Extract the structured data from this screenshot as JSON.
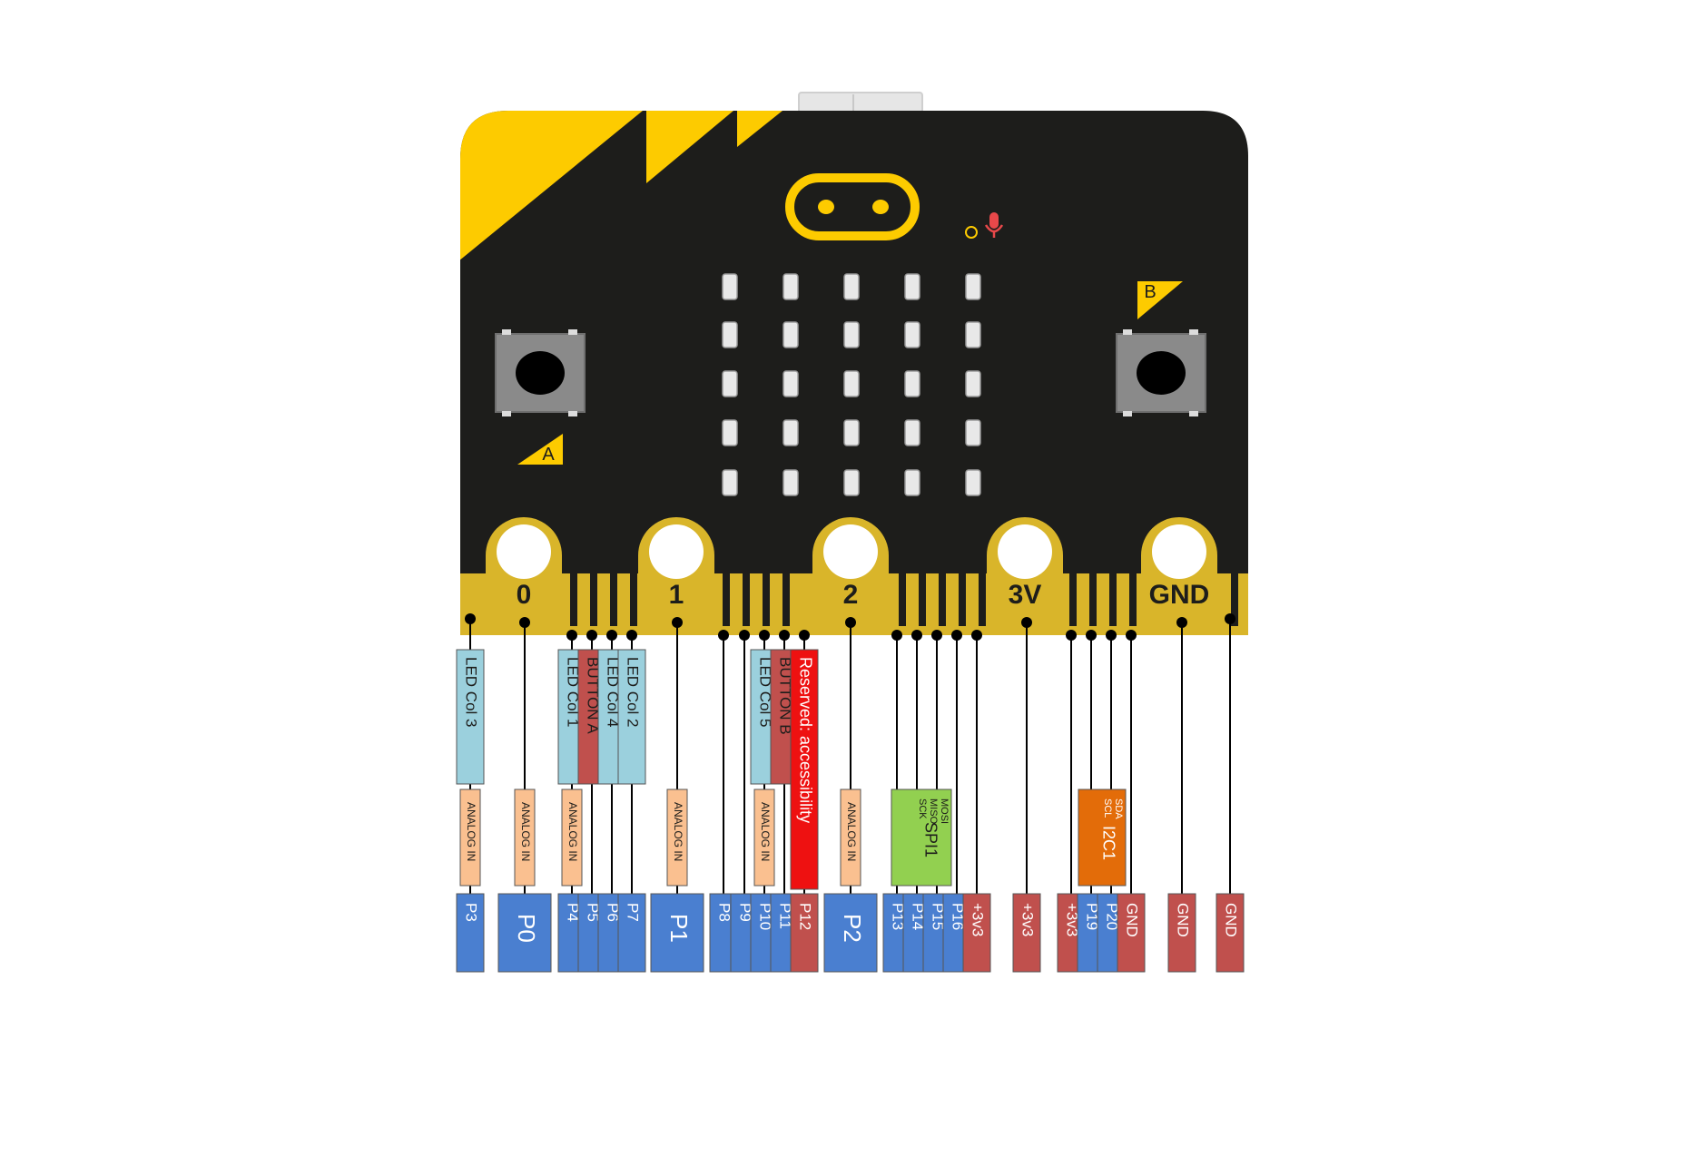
{
  "board": {
    "button_a_label": "A",
    "button_b_label": "B",
    "edge_pads": [
      "0",
      "1",
      "2",
      "3V",
      "GND"
    ],
    "led_matrix": {
      "rows": 5,
      "cols": 5
    },
    "colors": {
      "board": "#1d1d1b",
      "accent": "#fdcb00",
      "gold": "#d9b52a",
      "button": "#8a8a8a",
      "mic": "#e8484a"
    }
  },
  "pins": [
    {
      "label": "P3",
      "color": "#4a7fd0",
      "funcs": [
        {
          "text": "LED Col 3",
          "color": "#9bd0dd"
        }
      ],
      "analog": "ANALOG IN"
    },
    {
      "label": "P0",
      "color": "#4a7fd0",
      "funcs": [],
      "analog": "ANALOG IN"
    },
    {
      "label": "P4",
      "color": "#4a7fd0",
      "funcs": [
        {
          "text": "LED Col 1",
          "color": "#9bd0dd"
        }
      ],
      "analog": "ANALOG IN"
    },
    {
      "label": "P5",
      "color": "#4a7fd0",
      "funcs": [
        {
          "text": "BUTTON A",
          "color": "#c0504d"
        }
      ],
      "analog": ""
    },
    {
      "label": "P6",
      "color": "#4a7fd0",
      "funcs": [
        {
          "text": "LED Col 4",
          "color": "#9bd0dd"
        }
      ],
      "analog": ""
    },
    {
      "label": "P7",
      "color": "#4a7fd0",
      "funcs": [
        {
          "text": "LED Col 2",
          "color": "#9bd0dd"
        }
      ],
      "analog": ""
    },
    {
      "label": "P1",
      "color": "#4a7fd0",
      "funcs": [],
      "analog": "ANALOG IN"
    },
    {
      "label": "P8",
      "color": "#4a7fd0",
      "funcs": [],
      "analog": ""
    },
    {
      "label": "P9",
      "color": "#4a7fd0",
      "funcs": [],
      "analog": ""
    },
    {
      "label": "P10",
      "color": "#4a7fd0",
      "funcs": [
        {
          "text": "LED Col 5",
          "color": "#9bd0dd"
        }
      ],
      "analog": "ANALOG IN"
    },
    {
      "label": "P11",
      "color": "#4a7fd0",
      "funcs": [
        {
          "text": "BUTTON B",
          "color": "#c0504d"
        }
      ],
      "analog": ""
    },
    {
      "label": "P12",
      "color": "#c0504d",
      "funcs": [
        {
          "text": "Reserved: accessibility",
          "color": "#ee1111"
        }
      ],
      "analog": ""
    },
    {
      "label": "P2",
      "color": "#4a7fd0",
      "funcs": [],
      "analog": "ANALOG IN"
    },
    {
      "label": "P13",
      "color": "#4a7fd0",
      "funcs": [],
      "analog": ""
    },
    {
      "label": "P14",
      "color": "#4a7fd0",
      "funcs": [],
      "analog": ""
    },
    {
      "label": "P15",
      "color": "#4a7fd0",
      "funcs": [],
      "analog": ""
    },
    {
      "label": "P16",
      "color": "#4a7fd0",
      "funcs": [],
      "analog": ""
    },
    {
      "label": "+3v3",
      "color": "#c0504d",
      "funcs": [],
      "analog": ""
    },
    {
      "label": "+3v3",
      "color": "#c0504d",
      "funcs": [],
      "analog": ""
    },
    {
      "label": "+3v3",
      "color": "#c0504d",
      "funcs": [],
      "analog": ""
    },
    {
      "label": "P19",
      "color": "#4a7fd0",
      "funcs": [],
      "analog": ""
    },
    {
      "label": "P20",
      "color": "#4a7fd0",
      "funcs": [],
      "analog": ""
    },
    {
      "label": "GND",
      "color": "#c0504d",
      "funcs": [],
      "analog": ""
    },
    {
      "label": "GND",
      "color": "#c0504d",
      "funcs": [],
      "analog": ""
    },
    {
      "label": "GND",
      "color": "#c0504d",
      "funcs": [],
      "analog": ""
    }
  ],
  "buses": [
    {
      "name": "SPI1",
      "signals": [
        "MOSI",
        "MISO",
        "SCK"
      ],
      "color": "#92d050"
    },
    {
      "name": "I2C1",
      "signals": [
        "SDA",
        "SCL"
      ],
      "color": "#e36c09"
    }
  ],
  "analog_label": "ANALOG IN",
  "analog_color": "#fac090",
  "wire_color": "#000000"
}
